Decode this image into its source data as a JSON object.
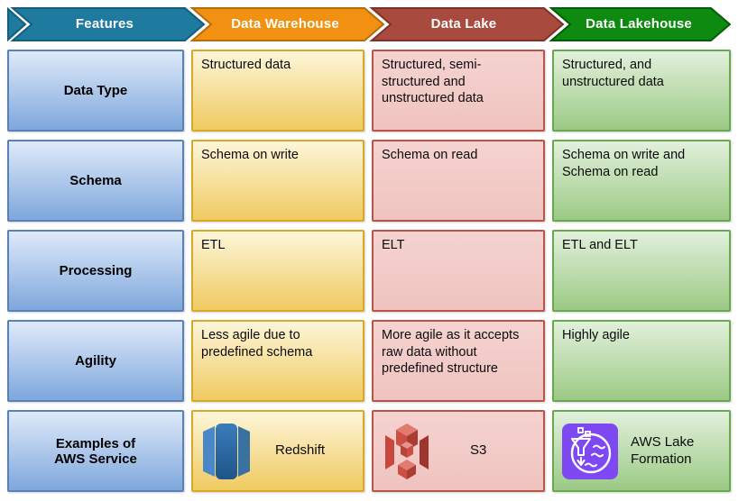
{
  "title": "Data Warehouse vs Data Lake vs Data Lakehouse comparison",
  "header": {
    "columns": [
      {
        "label": "Features",
        "fill": "#1e7a9e",
        "border": "#135e7e"
      },
      {
        "label": "Data Warehouse",
        "fill": "#f29111",
        "border": "#b36d0a"
      },
      {
        "label": "Data Lake",
        "fill": "#a94a3e",
        "border": "#7e3128"
      },
      {
        "label": "Data Lakehouse",
        "fill": "#0e8a10",
        "border": "#085c09"
      }
    ]
  },
  "palette": {
    "feature_cell_top": "#dfeafa",
    "feature_cell_bottom": "#7ea7dc",
    "feature_border": "#5a80b6",
    "warehouse_cell_top": "#fdf6d9",
    "warehouse_cell_bottom": "#f0ca61",
    "warehouse_border": "#d8a827",
    "lake_cell_top": "#f5d3d0",
    "lake_cell_bottom": "#efc3bf",
    "lake_border": "#b9544b",
    "lakehouse_cell_top": "#e2f0dc",
    "lakehouse_cell_bottom": "#9bca85",
    "lakehouse_border": "#6aa84f",
    "lakeformation_icon_bg": "#7e49f2"
  },
  "rows": [
    {
      "feature": "Data Type",
      "warehouse": "Structured data",
      "lake": "Structured, semi-structured and unstructured data",
      "lakehouse": "Structured, and unstructured data"
    },
    {
      "feature": "Schema",
      "warehouse": "Schema on write",
      "lake": "Schema on read",
      "lakehouse": "Schema on write and Schema on read"
    },
    {
      "feature": "Processing",
      "warehouse": "ETL",
      "lake": "ELT",
      "lakehouse": "ETL and ELT"
    },
    {
      "feature": "Agility",
      "warehouse": "Less agile due to predefined schema",
      "lake": "More agile as it accepts raw data without predefined structure",
      "lakehouse": "Highly agile"
    },
    {
      "feature": "Examples of\nAWS Service"
    }
  ],
  "services": [
    {
      "name": "Redshift",
      "icon": "redshift-icon"
    },
    {
      "name": "S3",
      "icon": "s3-icon"
    },
    {
      "name": "AWS Lake Formation",
      "icon": "lake-formation-icon"
    }
  ]
}
